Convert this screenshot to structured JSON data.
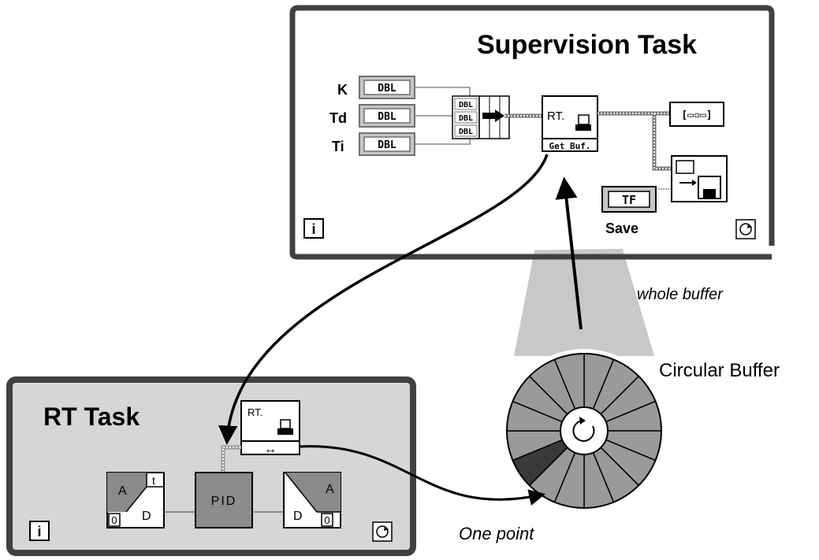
{
  "supervision": {
    "title": "Supervision Task",
    "controls": [
      {
        "label": "K",
        "type": "DBL"
      },
      {
        "label": "Td",
        "type": "DBL"
      },
      {
        "label": "Ti",
        "type": "DBL"
      }
    ],
    "bundle_items": [
      "DBL",
      "DBL",
      "DBL"
    ],
    "rt_block": {
      "top": "RT.",
      "bottom": "Get Buf."
    },
    "save_control": {
      "type": "TF",
      "label": "Save"
    },
    "iteration_terminal": "i"
  },
  "rt_task": {
    "title": "RT Task",
    "rt_block": {
      "top": "RT.",
      "bottom": "↔"
    },
    "ad_block": {
      "a": "A",
      "t": "t",
      "d": "D",
      "zero": "0"
    },
    "pid_block": "PID",
    "da_block": {
      "d": "D",
      "a": "A",
      "zero": "0"
    },
    "iteration_terminal": "i"
  },
  "annotations": {
    "whole_buffer": "whole buffer",
    "circular_buffer": "Circular Buffer",
    "one_point": "One point"
  },
  "buffer": {
    "segments": 16,
    "highlighted_segment": 10
  },
  "colors": {
    "frame": "#404040",
    "rt_panel": "#d6d6d6",
    "buffer_fill": "#9a9a9a",
    "buffer_highlight": "#3a3a3a",
    "cone": "#c8c8c8",
    "pid_fill": "#8c8c8c"
  }
}
